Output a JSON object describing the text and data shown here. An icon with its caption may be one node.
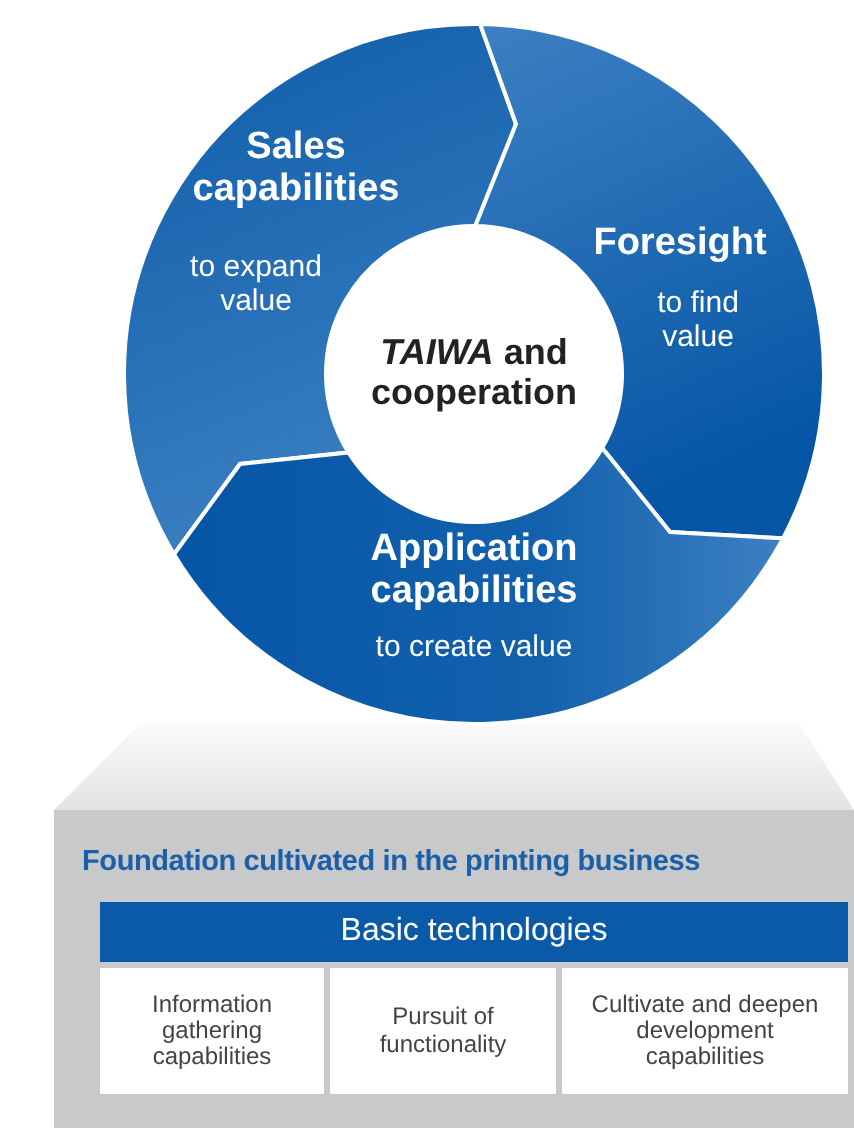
{
  "diagram": {
    "nodes": [
      {
        "text": [
          "Sales capabilities",
          "to expand value"
        ]
      },
      {
        "text": [
          "Foresight",
          "to find value"
        ]
      },
      {
        "text": [
          "Application capabilities",
          "to create value"
        ]
      },
      {
        "text": [
          "*TAIWA* and cooperation"
        ]
      },
      {
        "text": [
          "Foundation cultivated in the printing business"
        ]
      },
      {
        "text": [
          "Basic technologies"
        ],
        "in": 4
      },
      {
        "text": [
          "Information gathering capabilities"
        ],
        "in": 4
      },
      {
        "text": [
          "Pursuit of functionality"
        ],
        "in": 4
      },
      {
        "text": [
          "Cultivate and deepen development capabilities"
        ],
        "in": 4
      }
    ]
  }
}
